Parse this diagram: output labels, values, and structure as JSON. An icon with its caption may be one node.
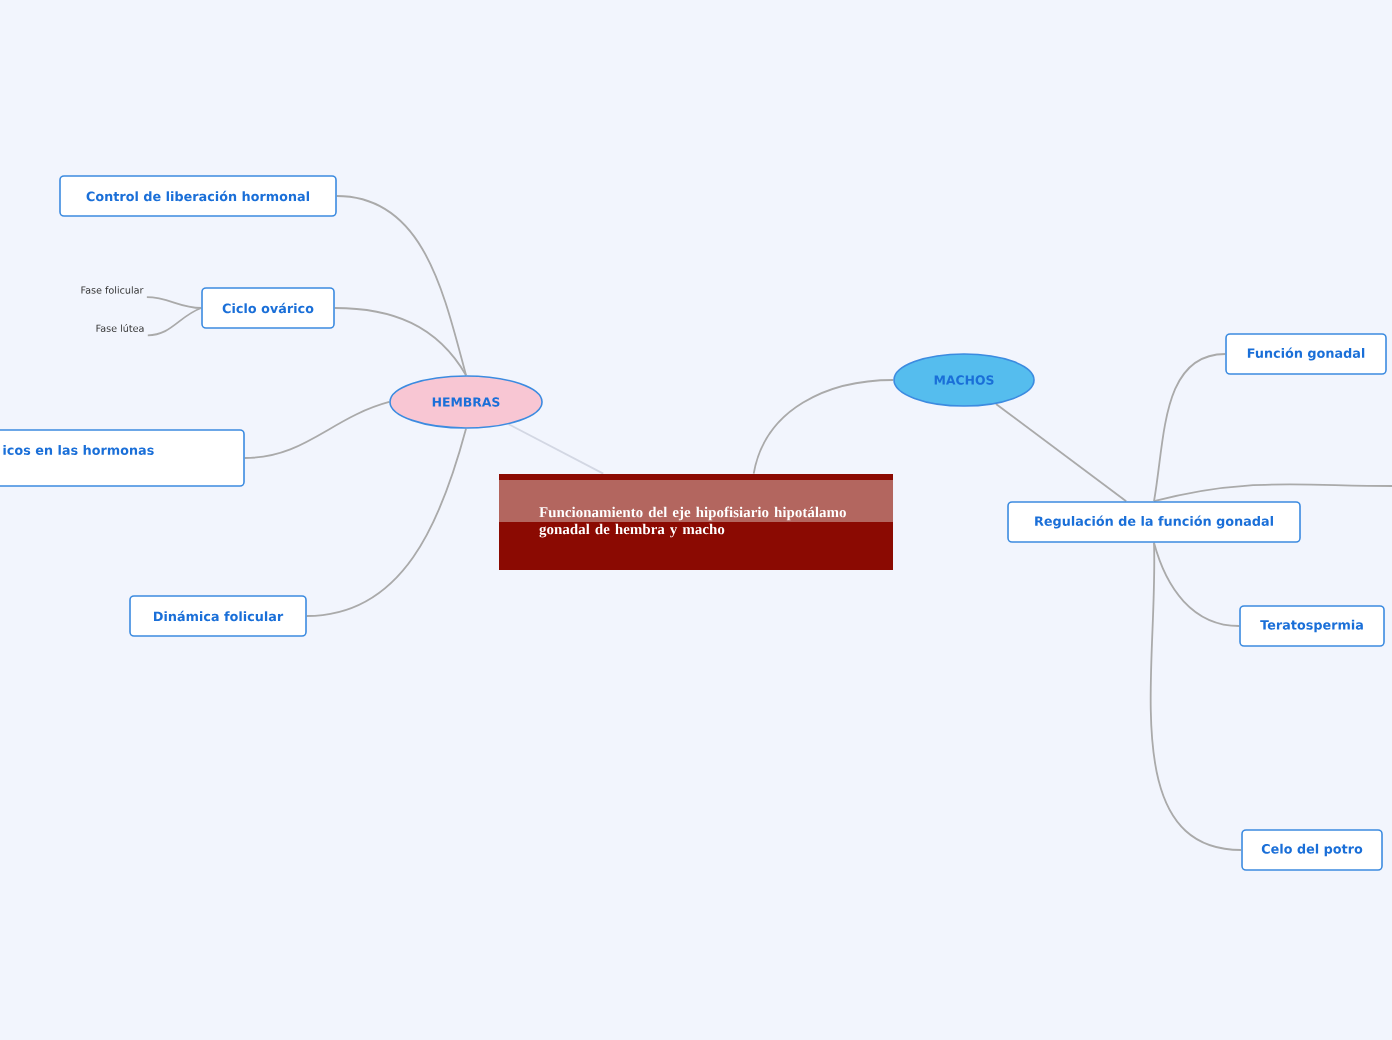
{
  "diagram": {
    "nodes": [
      {
        "text": [
          "Funcionamiento del eje hipofisiario hipotálamo gonadal de hembra y macho"
        ]
      },
      {
        "text": [
          "HEMBRAS"
        ]
      },
      {
        "text": [
          "Control de liberación hormonal"
        ]
      },
      {
        "text": [
          "Ciclo ovárico"
        ]
      },
      {
        "text": [
          "Fase folicular"
        ]
      },
      {
        "text": [
          "Fase lútea"
        ]
      },
      {
        "text": [
          "icos en las hormonas"
        ]
      },
      {
        "text": [
          "Dinámica folicular"
        ]
      },
      {
        "text": [
          "MACHOS"
        ]
      },
      {
        "text": [
          "Regulación de la función gonadal"
        ]
      },
      {
        "text": [
          "Función gonadal"
        ]
      },
      {
        "text": [
          "Teratospermia"
        ]
      },
      {
        "text": [
          "Celo del potro"
        ]
      }
    ],
    "edges": [
      {
        "from": 0,
        "to": 1,
        "arrow": "none",
        "color": "#d3d7e3"
      },
      {
        "from": 0,
        "to": 8,
        "arrow": "none"
      },
      {
        "from": 1,
        "to": 2,
        "arrow": "none"
      },
      {
        "from": 1,
        "to": 3,
        "arrow": "none"
      },
      {
        "from": 3,
        "to": 4,
        "arrow": "none"
      },
      {
        "from": 3,
        "to": 5,
        "arrow": "none"
      },
      {
        "from": 1,
        "to": 6,
        "arrow": "none"
      },
      {
        "from": 1,
        "to": 7,
        "arrow": "none"
      },
      {
        "from": 8,
        "to": 9,
        "arrow": "none"
      },
      {
        "from": 9,
        "to": 10,
        "arrow": "none"
      },
      {
        "from": 9,
        "to": null,
        "arrow": "none"
      },
      {
        "from": 9,
        "to": 11,
        "arrow": "none"
      },
      {
        "from": 9,
        "to": 12,
        "arrow": "none"
      }
    ]
  }
}
